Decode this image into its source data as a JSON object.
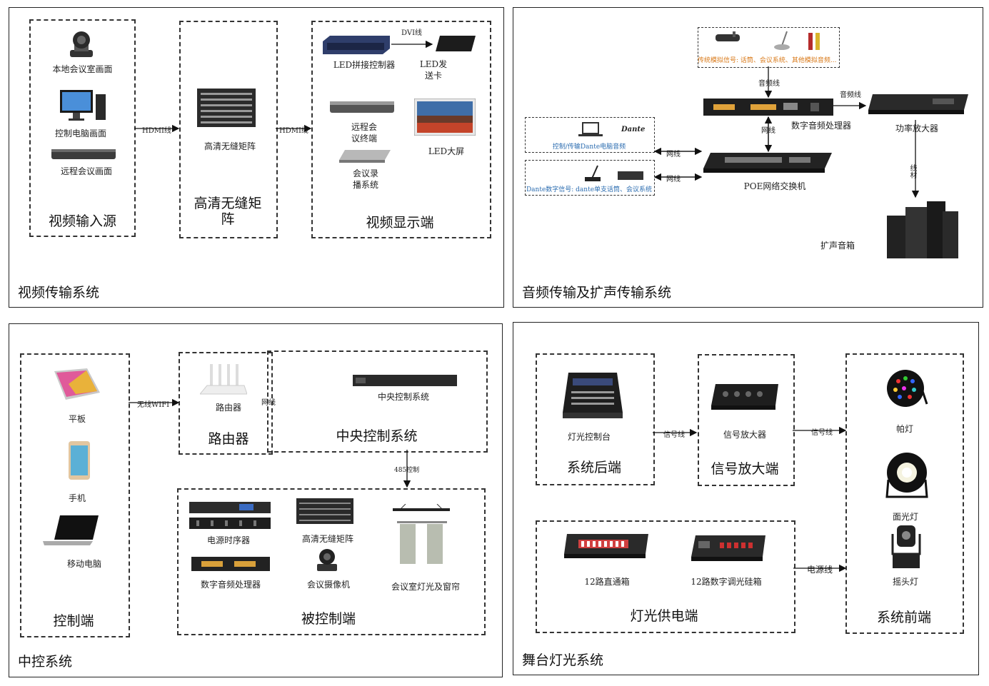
{
  "video": {
    "title": "视频传输系统",
    "input_group": "视频输入源",
    "matrix_group": "高清无缝矩\n阵",
    "display_group": "视频显示端",
    "local_room": "本地会议室画面",
    "pc_screen": "控制电脑画面",
    "remote_conf": "远程会议画面",
    "matrix_device": "高清无缝矩阵",
    "led_controller": "LED拼接控制器",
    "dvi_label": "DVI线",
    "led_sender": "LED发\n送卡",
    "remote_terminal": "远程会\n议终端",
    "led_screen": "LED大屏",
    "recording": "会议录\n播系统",
    "hdmi_1": "HDMI线",
    "hdmi_2": "HDMI线"
  },
  "audio": {
    "title": "音频传输及扩声传输系统",
    "analog_sources": "传统模拟信号: 话筒、会议系统、其他模拟音频...",
    "audio_line_1": "音频线",
    "audio_line_2": "音频线",
    "net_line_1": "网线",
    "dsp": "数字音频处理器",
    "amplifier": "功率放大器",
    "dante_pc": "控制/传输Dante电脑音频",
    "dante_logo": "Dante",
    "dante_mic": "Dante数字信号: dante单支话筒、会议系统",
    "net_line_2": "网线",
    "net_line_3": "网线",
    "poe_switch": "POE网络交换机",
    "speaker_cable": "线材",
    "speakers": "扩声音箱"
  },
  "control": {
    "title": "中控系统",
    "control_group": "控制端",
    "tablet": "平板",
    "phone": "手机",
    "laptop": "移动电脑",
    "wifi_label": "无线WIFI",
    "router_device": "路由器",
    "router_group": "路由器",
    "net_label": "网线",
    "central_device": "中央控制系统",
    "central_group": "中央控制系统",
    "rs_label": "485控制",
    "controlled_group": "被控制端",
    "power_seq": "电源时序器",
    "matrix": "高清无缝矩阵",
    "dsp": "数字音频处理器",
    "camera": "会议摄像机",
    "lights_curtain": "会议室灯光及窗帘"
  },
  "stage": {
    "title": "舞台灯光系统",
    "console": "灯光控制台",
    "backend_group": "系统后端",
    "signal_1": "信号线",
    "signal_amp": "信号放大器",
    "amp_group": "信号放大端",
    "signal_2": "信号线",
    "par_light": "帕灯",
    "face_light": "面光灯",
    "moving_head": "摇头灯",
    "frontend_group": "系统前端",
    "direct_box": "12路直通箱",
    "dimmer_box": "12路数字调光硅箱",
    "power_group": "灯光供电端",
    "power_line": "电源线"
  }
}
